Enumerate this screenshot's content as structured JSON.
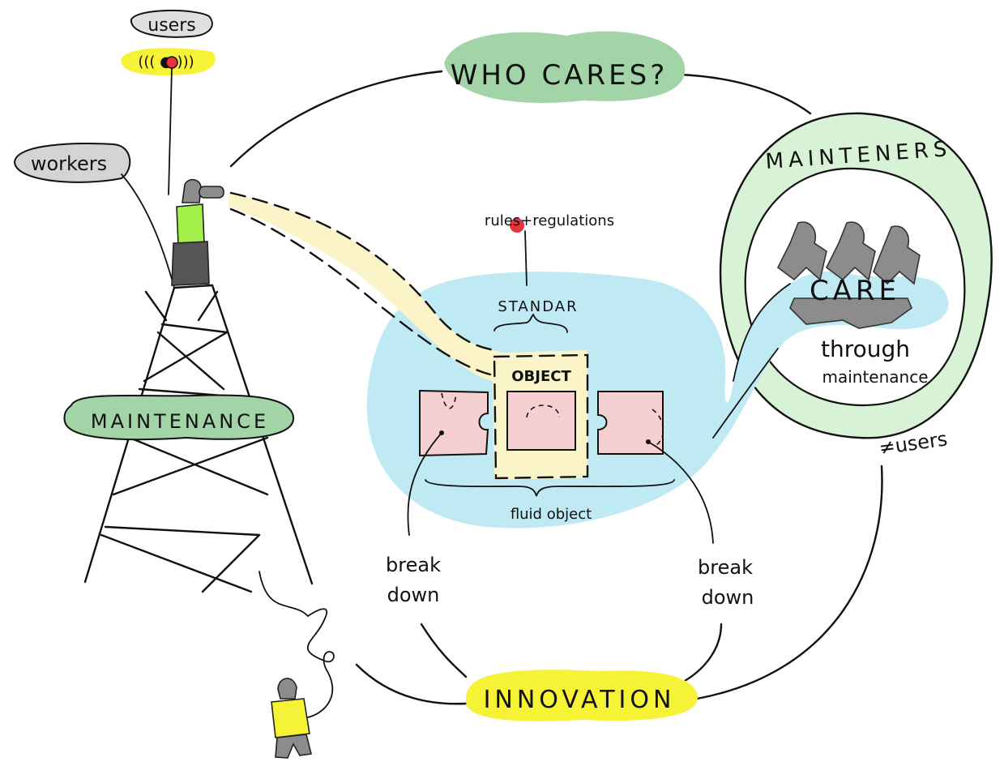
{
  "labels": {
    "users": "users",
    "signal": "((( ● )))",
    "workers": "workers",
    "who_cares": "WHO CARES?",
    "mainteners": "MAINTENERS",
    "care": "CARE",
    "through": "through",
    "maintenance_lower": "maintenance",
    "not_users": "≠users",
    "rules": "rules+regulations",
    "standard": "STANDAR",
    "object": "OBJECT",
    "fluid_object": "fluid object",
    "maintenance": "MAINTENANCE",
    "break_down_left_1": "break",
    "break_down_left_2": "down",
    "break_down_right_1": "break",
    "break_down_right_2": "down",
    "innovation": "INNOVATION"
  },
  "colors": {
    "green_cloud": "#a3d4a8",
    "light_green_ring": "#d8f2d5",
    "blue_pond": "#bfeaf3",
    "pink_piece": "#f6cfd0",
    "yellow_highlight": "#f6f236",
    "beam": "#fbf4c9",
    "grey_figure": "#8c8c8c",
    "red_dot": "#e8313c",
    "vest_green": "#a4f04a"
  }
}
